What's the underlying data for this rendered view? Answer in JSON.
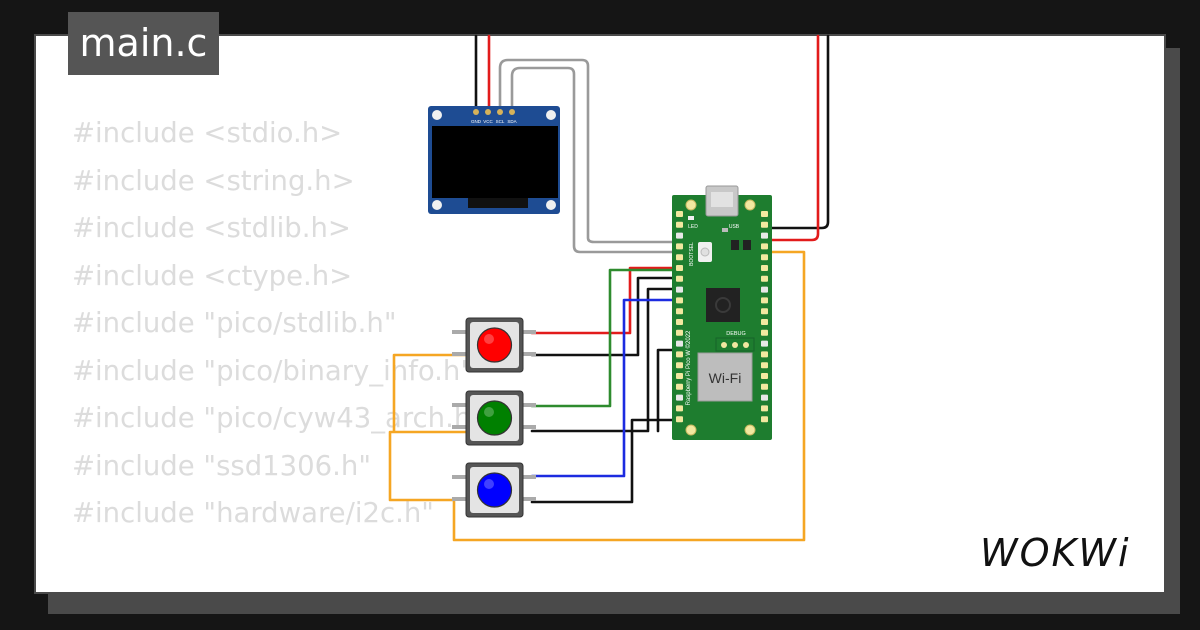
{
  "tab": {
    "filename": "main.c"
  },
  "code_lines": [
    "#include <stdio.h>",
    "#include <string.h>",
    "#include <stdlib.h>",
    "#include <ctype.h>",
    "#include \"pico/stdlib.h\"",
    "#include \"pico/binary_info.h\"",
    "#include \"pico/cyw43_arch.h\"",
    "#include \"ssd1306.h\"",
    "#include \"hardware/i2c.h\""
  ],
  "oled": {
    "pin_labels": [
      "GND",
      "VCC",
      "SCL",
      "SDA"
    ]
  },
  "pico": {
    "model_label": "Raspberry Pi Pico W ©2022",
    "wifi_label": "Wi-Fi",
    "debug_label": "DEBUG",
    "usb_label": "USB",
    "led_label": "LED",
    "bootsel_label": "BOOTSEL"
  },
  "buttons": [
    {
      "color": "#ff0000"
    },
    {
      "color": "#008000"
    },
    {
      "color": "#0000ff"
    }
  ],
  "wire_colors": {
    "red": "#e21b1b",
    "black": "#111111",
    "gray": "#9a9a9a",
    "green": "#2e8b2e",
    "blue": "#1c2be0",
    "orange": "#f5a623"
  },
  "brand": {
    "logo": "WOKWi"
  }
}
